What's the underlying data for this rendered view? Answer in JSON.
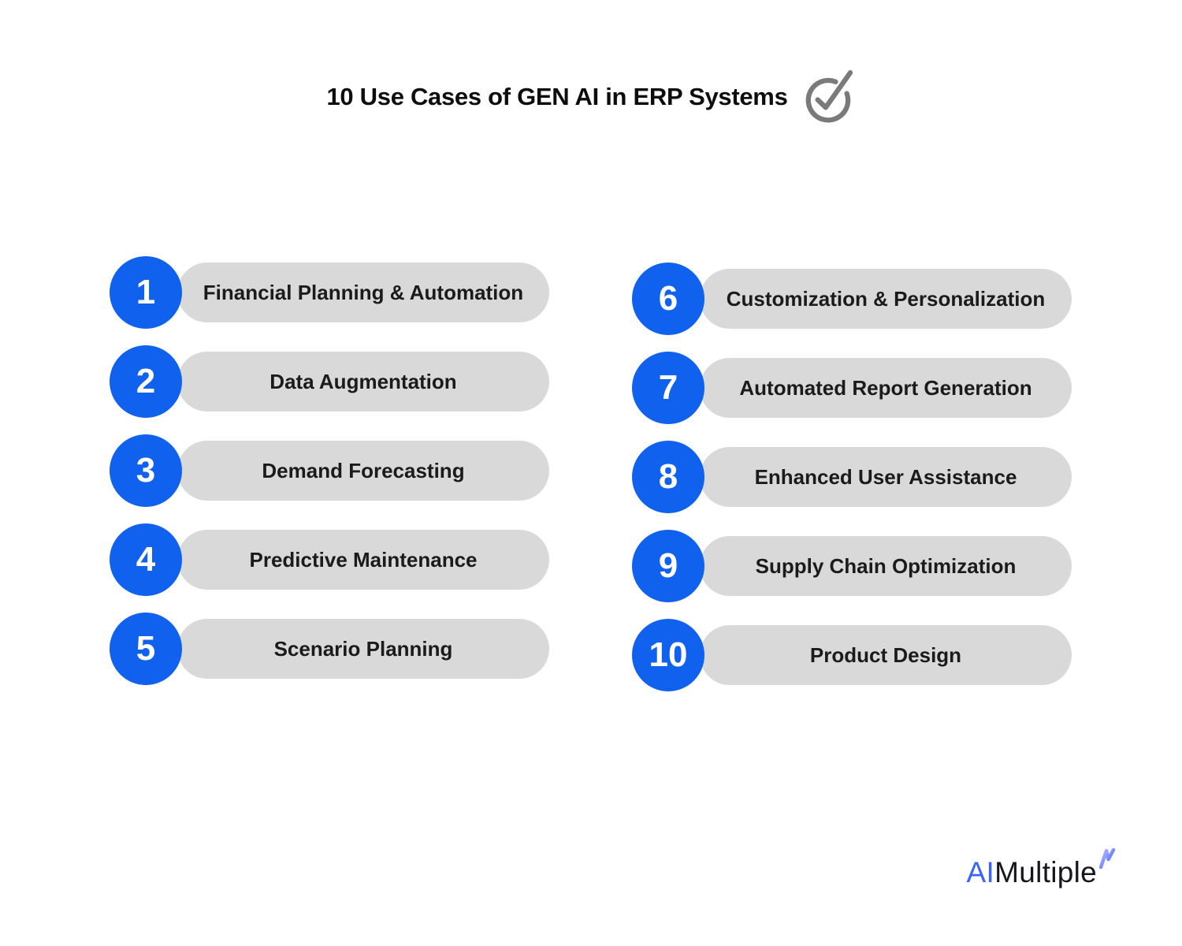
{
  "title": {
    "text": "10 Use Cases of GEN AI in ERP Systems",
    "icon": "check-circle-icon"
  },
  "use_cases": [
    {
      "number": "1",
      "label": "Financial Planning & Automation"
    },
    {
      "number": "2",
      "label": "Data Augmentation"
    },
    {
      "number": "3",
      "label": "Demand Forecasting"
    },
    {
      "number": "4",
      "label": "Predictive Maintenance"
    },
    {
      "number": "5",
      "label": "Scenario Planning"
    },
    {
      "number": "6",
      "label": "Customization & Personalization"
    },
    {
      "number": "7",
      "label": "Automated Report Generation"
    },
    {
      "number": "8",
      "label": "Enhanced User Assistance"
    },
    {
      "number": "9",
      "label": "Supply Chain Optimization"
    },
    {
      "number": "10",
      "label": "Product Design"
    }
  ],
  "logo": {
    "prefix": "AI",
    "name": "Multiple",
    "mark": "logo-zigzag-icon"
  },
  "colors": {
    "accent-blue": "#1161ef",
    "pill-gray": "#d9d9d9",
    "text-dark": "#1b1b1b",
    "title-black": "#0d0d0d",
    "check-gray": "#7a7a7a",
    "logo-blue": "#3864fb",
    "logo-dark": "#16161d",
    "mark-light": "#c2c1ff",
    "mark-blue": "#3a5ffb",
    "background": "#ffffff"
  }
}
